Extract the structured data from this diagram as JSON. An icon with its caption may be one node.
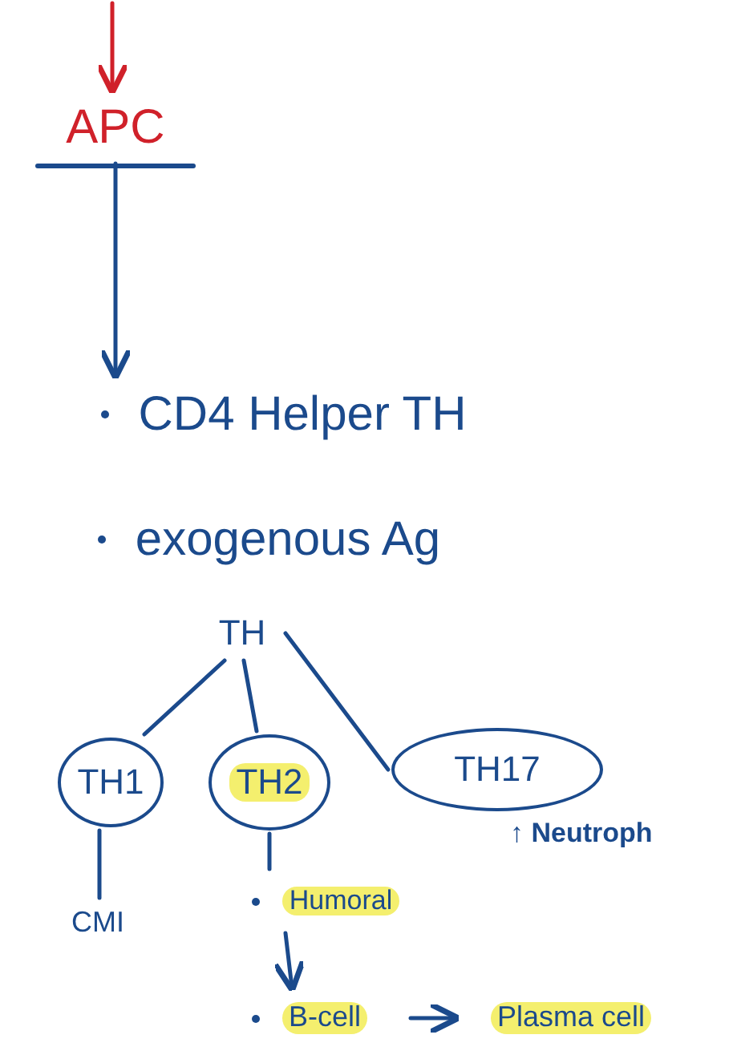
{
  "diagram": {
    "nodes": [
      {
        "text": [
          "APC"
        ]
      },
      {
        "text": [
          "CD4 Helper TH"
        ]
      },
      {
        "text": [
          "exogenous Ag"
        ]
      },
      {
        "text": [
          "TH"
        ]
      },
      {
        "text": [
          "TH1"
        ]
      },
      {
        "text": [
          "TH2"
        ]
      },
      {
        "text": [
          "TH17"
        ],
        "beside": [
          "↑ Neutroph"
        ]
      },
      {
        "text": [
          "CMI"
        ]
      },
      {
        "text": [
          "Humoral"
        ]
      },
      {
        "text": [
          "B-cell"
        ]
      },
      {
        "text": [
          "Plasma cell"
        ]
      }
    ],
    "edges": [
      {
        "from": null,
        "to": 0,
        "arrow": "to",
        "color": "#d0212a"
      },
      {
        "from": 0,
        "to": 1,
        "arrow": "to"
      },
      {
        "from": 3,
        "to": 4,
        "arrow": "none"
      },
      {
        "from": 3,
        "to": 5,
        "arrow": "none"
      },
      {
        "from": 3,
        "to": 6,
        "arrow": "none"
      },
      {
        "from": 4,
        "to": 7,
        "arrow": "none"
      },
      {
        "from": 5,
        "to": 8,
        "arrow": "none"
      },
      {
        "from": 8,
        "to": 9,
        "arrow": "to"
      },
      {
        "from": 9,
        "to": 10,
        "arrow": "to"
      }
    ]
  }
}
